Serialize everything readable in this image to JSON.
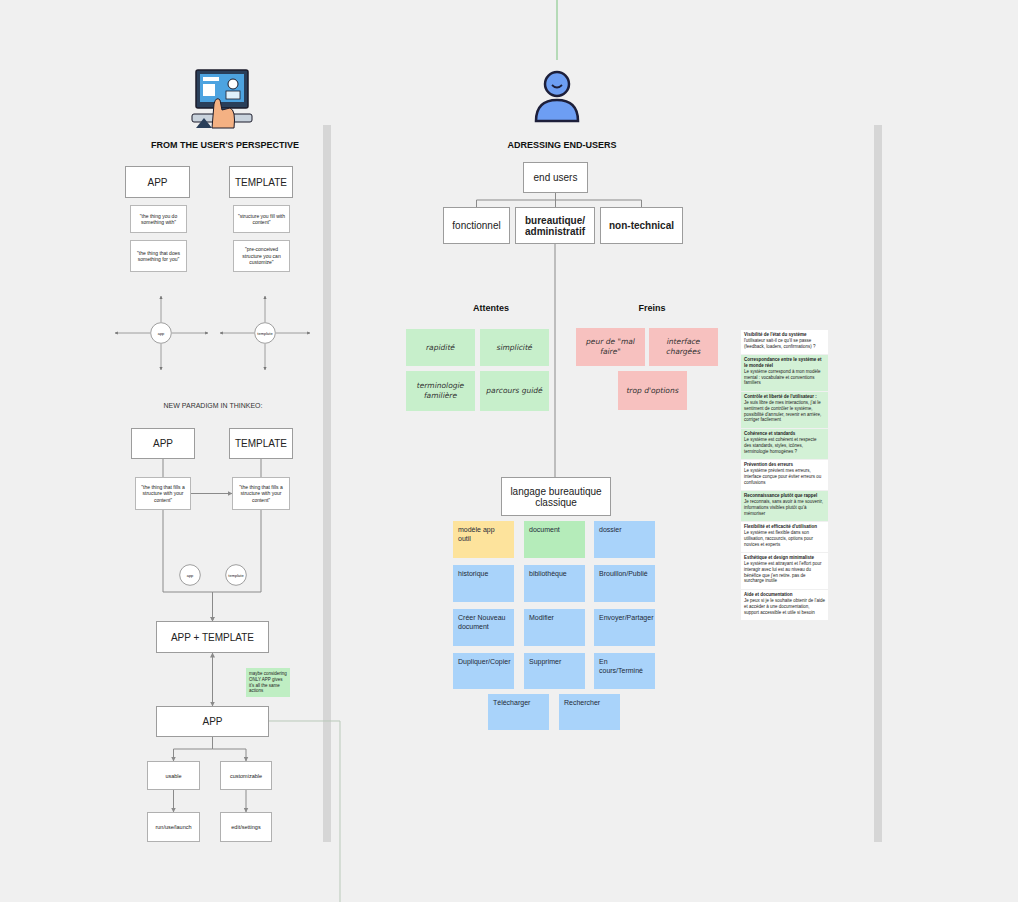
{
  "diagram": {
    "nodes": [
      {
        "text": [
          "APP"
        ]
      },
      {
        "text": [
          "TEMPLATE"
        ]
      },
      {
        "text": [
          "\"the thing you do something with\""
        ]
      },
      {
        "text": [
          "\"the thing that does something for you\""
        ]
      },
      {
        "text": [
          "\"structure you fill with content\""
        ]
      },
      {
        "text": [
          "\"pre-conceived structure you can customize\""
        ]
      },
      {
        "text": [
          "app"
        ]
      },
      {
        "text": [
          "template"
        ]
      },
      {
        "text": [
          "APP"
        ]
      },
      {
        "text": [
          "TEMPLATE"
        ]
      },
      {
        "text": [
          "\"the thing that fills a structure with your content\""
        ]
      },
      {
        "text": [
          "\"the thing that fills a structure with your content\""
        ]
      },
      {
        "text": [
          "app"
        ]
      },
      {
        "text": [
          "template"
        ]
      },
      {
        "text": [
          "APP + TEMPLATE"
        ]
      },
      {
        "text": [
          "maybe considering ONLY APP gives it's all the same actions"
        ]
      },
      {
        "text": [
          "APP"
        ]
      },
      {
        "text": [
          "usable"
        ]
      },
      {
        "text": [
          "customizable"
        ]
      },
      {
        "text": [
          "run/use/launch"
        ]
      },
      {
        "text": [
          "edit/settings"
        ]
      },
      {
        "text": [
          "end users"
        ]
      },
      {
        "text": [
          "fonctionnel"
        ]
      },
      {
        "text": [
          "bureautique/ administratif"
        ]
      },
      {
        "text": [
          "non-technical"
        ]
      },
      {
        "text": [
          "rapidité"
        ]
      },
      {
        "text": [
          "simplicité"
        ]
      },
      {
        "text": [
          "peur de \"mal faire\""
        ]
      },
      {
        "text": [
          "interface chargées"
        ]
      },
      {
        "text": [
          "terminologie familière"
        ]
      },
      {
        "text": [
          "parcours guidé"
        ]
      },
      {
        "text": [
          "trop d'options"
        ]
      },
      {
        "text": [
          "langage bureautique classique"
        ]
      },
      {
        "text": [
          "modèle app outil"
        ]
      },
      {
        "text": [
          "document"
        ]
      },
      {
        "text": [
          "dossier"
        ]
      },
      {
        "text": [
          "historique"
        ]
      },
      {
        "text": [
          "bibliothèque"
        ]
      },
      {
        "text": [
          "Brouillon/Publié"
        ]
      },
      {
        "text": [
          "Créer Nouveau document"
        ]
      },
      {
        "text": [
          "Modifier"
        ]
      },
      {
        "text": [
          "Envoyer/Partager"
        ]
      },
      {
        "text": [
          "Dupliquer/Copier"
        ]
      },
      {
        "text": [
          "Supprimer"
        ]
      },
      {
        "text": [
          "En cours/Terminé"
        ]
      },
      {
        "text": [
          "Télécharger"
        ]
      },
      {
        "text": [
          "Rechercher"
        ]
      },
      {
        "text": [
          "Visibilité de l'état du système",
          "l'utilisateur sait-il ce qu'il se passe (feedback, loaders, confirmations) ?"
        ]
      },
      {
        "text": [
          "Correspondance entre le système et le monde réel",
          "Le système correspond à mon modèle mental : vocabulaire et conventions familiers"
        ]
      },
      {
        "text": [
          "Contrôle et liberté de l'utilisateur :",
          "Je suis libre de mes interactions, j'ai le sentiment de contrôler le système, possibilité d'annuler, revenir en arrière, corriger facilement"
        ]
      },
      {
        "text": [
          "Cohérence et standards",
          "Le système est cohérent et respecte des standards, styles, icônes, terminologie homogènes ?"
        ]
      },
      {
        "text": [
          "Prévention des erreurs",
          "Le système prévient mes erreurs, interface conçue pour éviter erreurs ou confusions"
        ]
      },
      {
        "text": [
          "Reconnaissance plutôt que rappel",
          "Je reconnais, sans avoir à me souvenir, informations visibles plutôt qu'à mémoriser"
        ]
      },
      {
        "text": [
          "Flexibilité et efficacité d'utilisation",
          "Le système est flexible dans son utilisation, raccourcis, options pour novices et experts"
        ]
      },
      {
        "text": [
          "Esthétique et design minimaliste",
          "Le système est attrayant et l'effort pour interagir avec lui est au niveau du bénéfice que j'en retire. pas de surcharge inutile"
        ]
      },
      {
        "text": [
          "Aide et documentation",
          "Je peux si je le souhaite obtenir de l'aide et accéder à une documentation, support accessible et utile si besoin"
        ]
      }
    ],
    "edges": [
      {
        "from": 8,
        "to": 10,
        "arrow": "none"
      },
      {
        "from": 9,
        "to": 11,
        "arrow": "none"
      },
      {
        "from": 10,
        "to": 11,
        "arrow": "to"
      },
      {
        "from": 10,
        "to": 14,
        "arrow": "to"
      },
      {
        "from": 11,
        "to": 14,
        "arrow": "to"
      },
      {
        "from": 14,
        "to": 16,
        "arrow": "both"
      },
      {
        "from": 16,
        "to": 17,
        "arrow": "to"
      },
      {
        "from": 16,
        "to": 18,
        "arrow": "to"
      },
      {
        "from": 17,
        "to": 19,
        "arrow": "to"
      },
      {
        "from": 18,
        "to": 20,
        "arrow": "to"
      },
      {
        "from": 21,
        "to": 22,
        "arrow": "none"
      },
      {
        "from": 21,
        "to": 23,
        "arrow": "none"
      },
      {
        "from": 21,
        "to": 24,
        "arrow": "none"
      },
      {
        "from": 23,
        "to": 32,
        "arrow": "none"
      }
    ],
    "labels": [
      "FROM THE USER'S PERSPECTIVE",
      "NEW PARADIGM IN THINKEO:",
      "ADRESSING END-USERS",
      "Attentes",
      "Freins"
    ]
  }
}
